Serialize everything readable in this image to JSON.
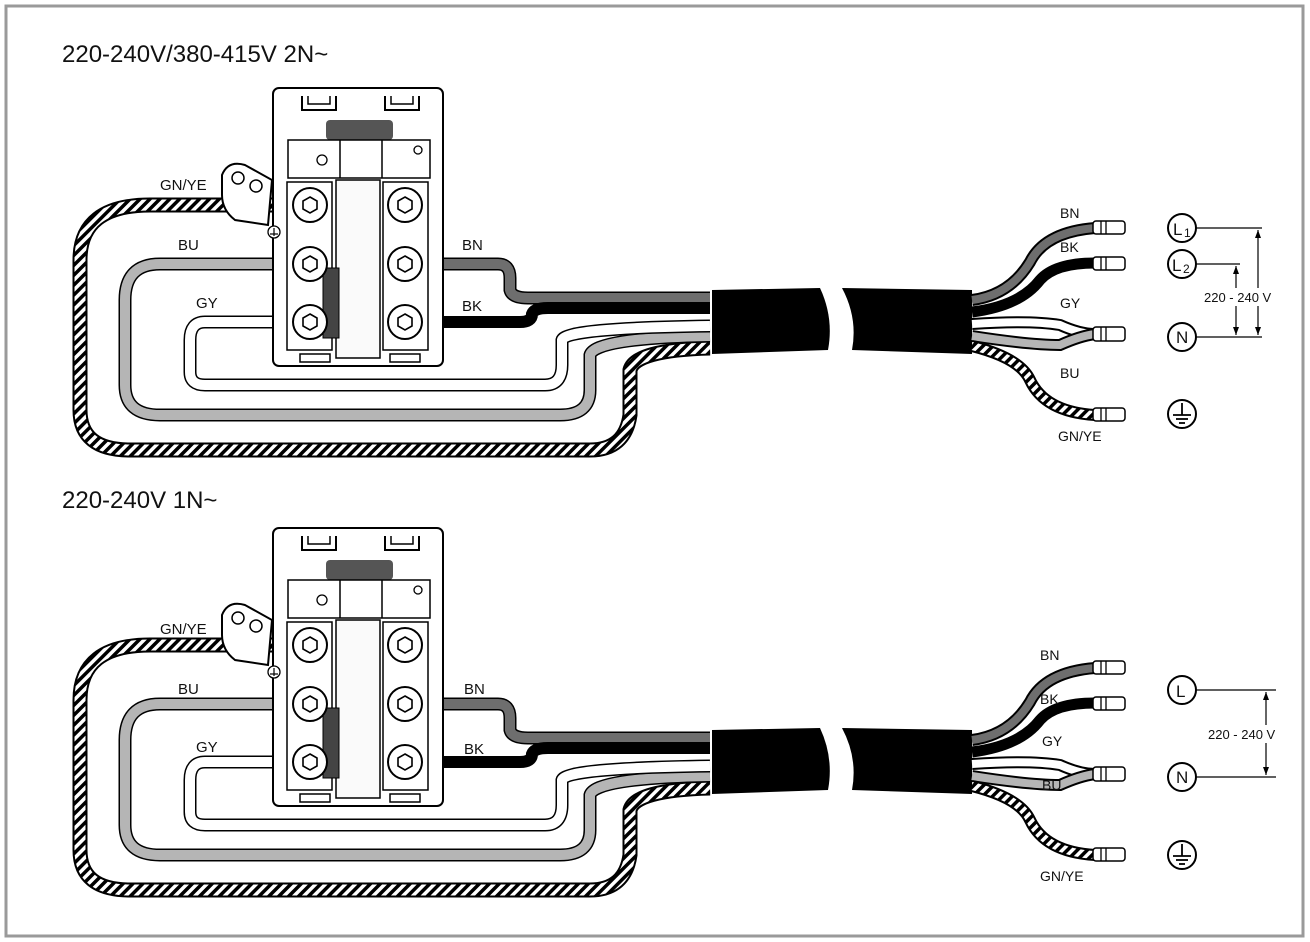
{
  "diagrams": [
    {
      "title": "220-240V/380-415V 2N~",
      "block": {
        "left_wires": [
          "GN/YE",
          "BU",
          "GY"
        ],
        "right_wires": [
          "BN",
          "BK"
        ]
      },
      "cable_ends": [
        "BN",
        "BK",
        "GY",
        "BU",
        "GN/YE"
      ],
      "terminals": {
        "t1": "L",
        "t1_sub": "1",
        "t2": "L",
        "t2_sub": "2",
        "t3": "N"
      },
      "voltage": "220 - 240 V",
      "earth_symbol": "earth-ground"
    },
    {
      "title": "220-240V 1N~",
      "block": {
        "left_wires": [
          "GN/YE",
          "BU",
          "GY"
        ],
        "right_wires": [
          "BN",
          "BK"
        ]
      },
      "cable_ends": [
        "BN",
        "BK",
        "GY",
        "BU",
        "GN/YE"
      ],
      "terminals": {
        "t1": "L",
        "t2": "N"
      },
      "voltage": "220 - 240 V",
      "earth_symbol": "earth-ground"
    }
  ],
  "colors": {
    "frame": "#9a9a9a",
    "brown_wire": "#6e6e6e",
    "black_wire": "#000000",
    "grey_wire": "#ffffff",
    "blue_wire": "#b5b5b5",
    "sheath": "#000000"
  }
}
